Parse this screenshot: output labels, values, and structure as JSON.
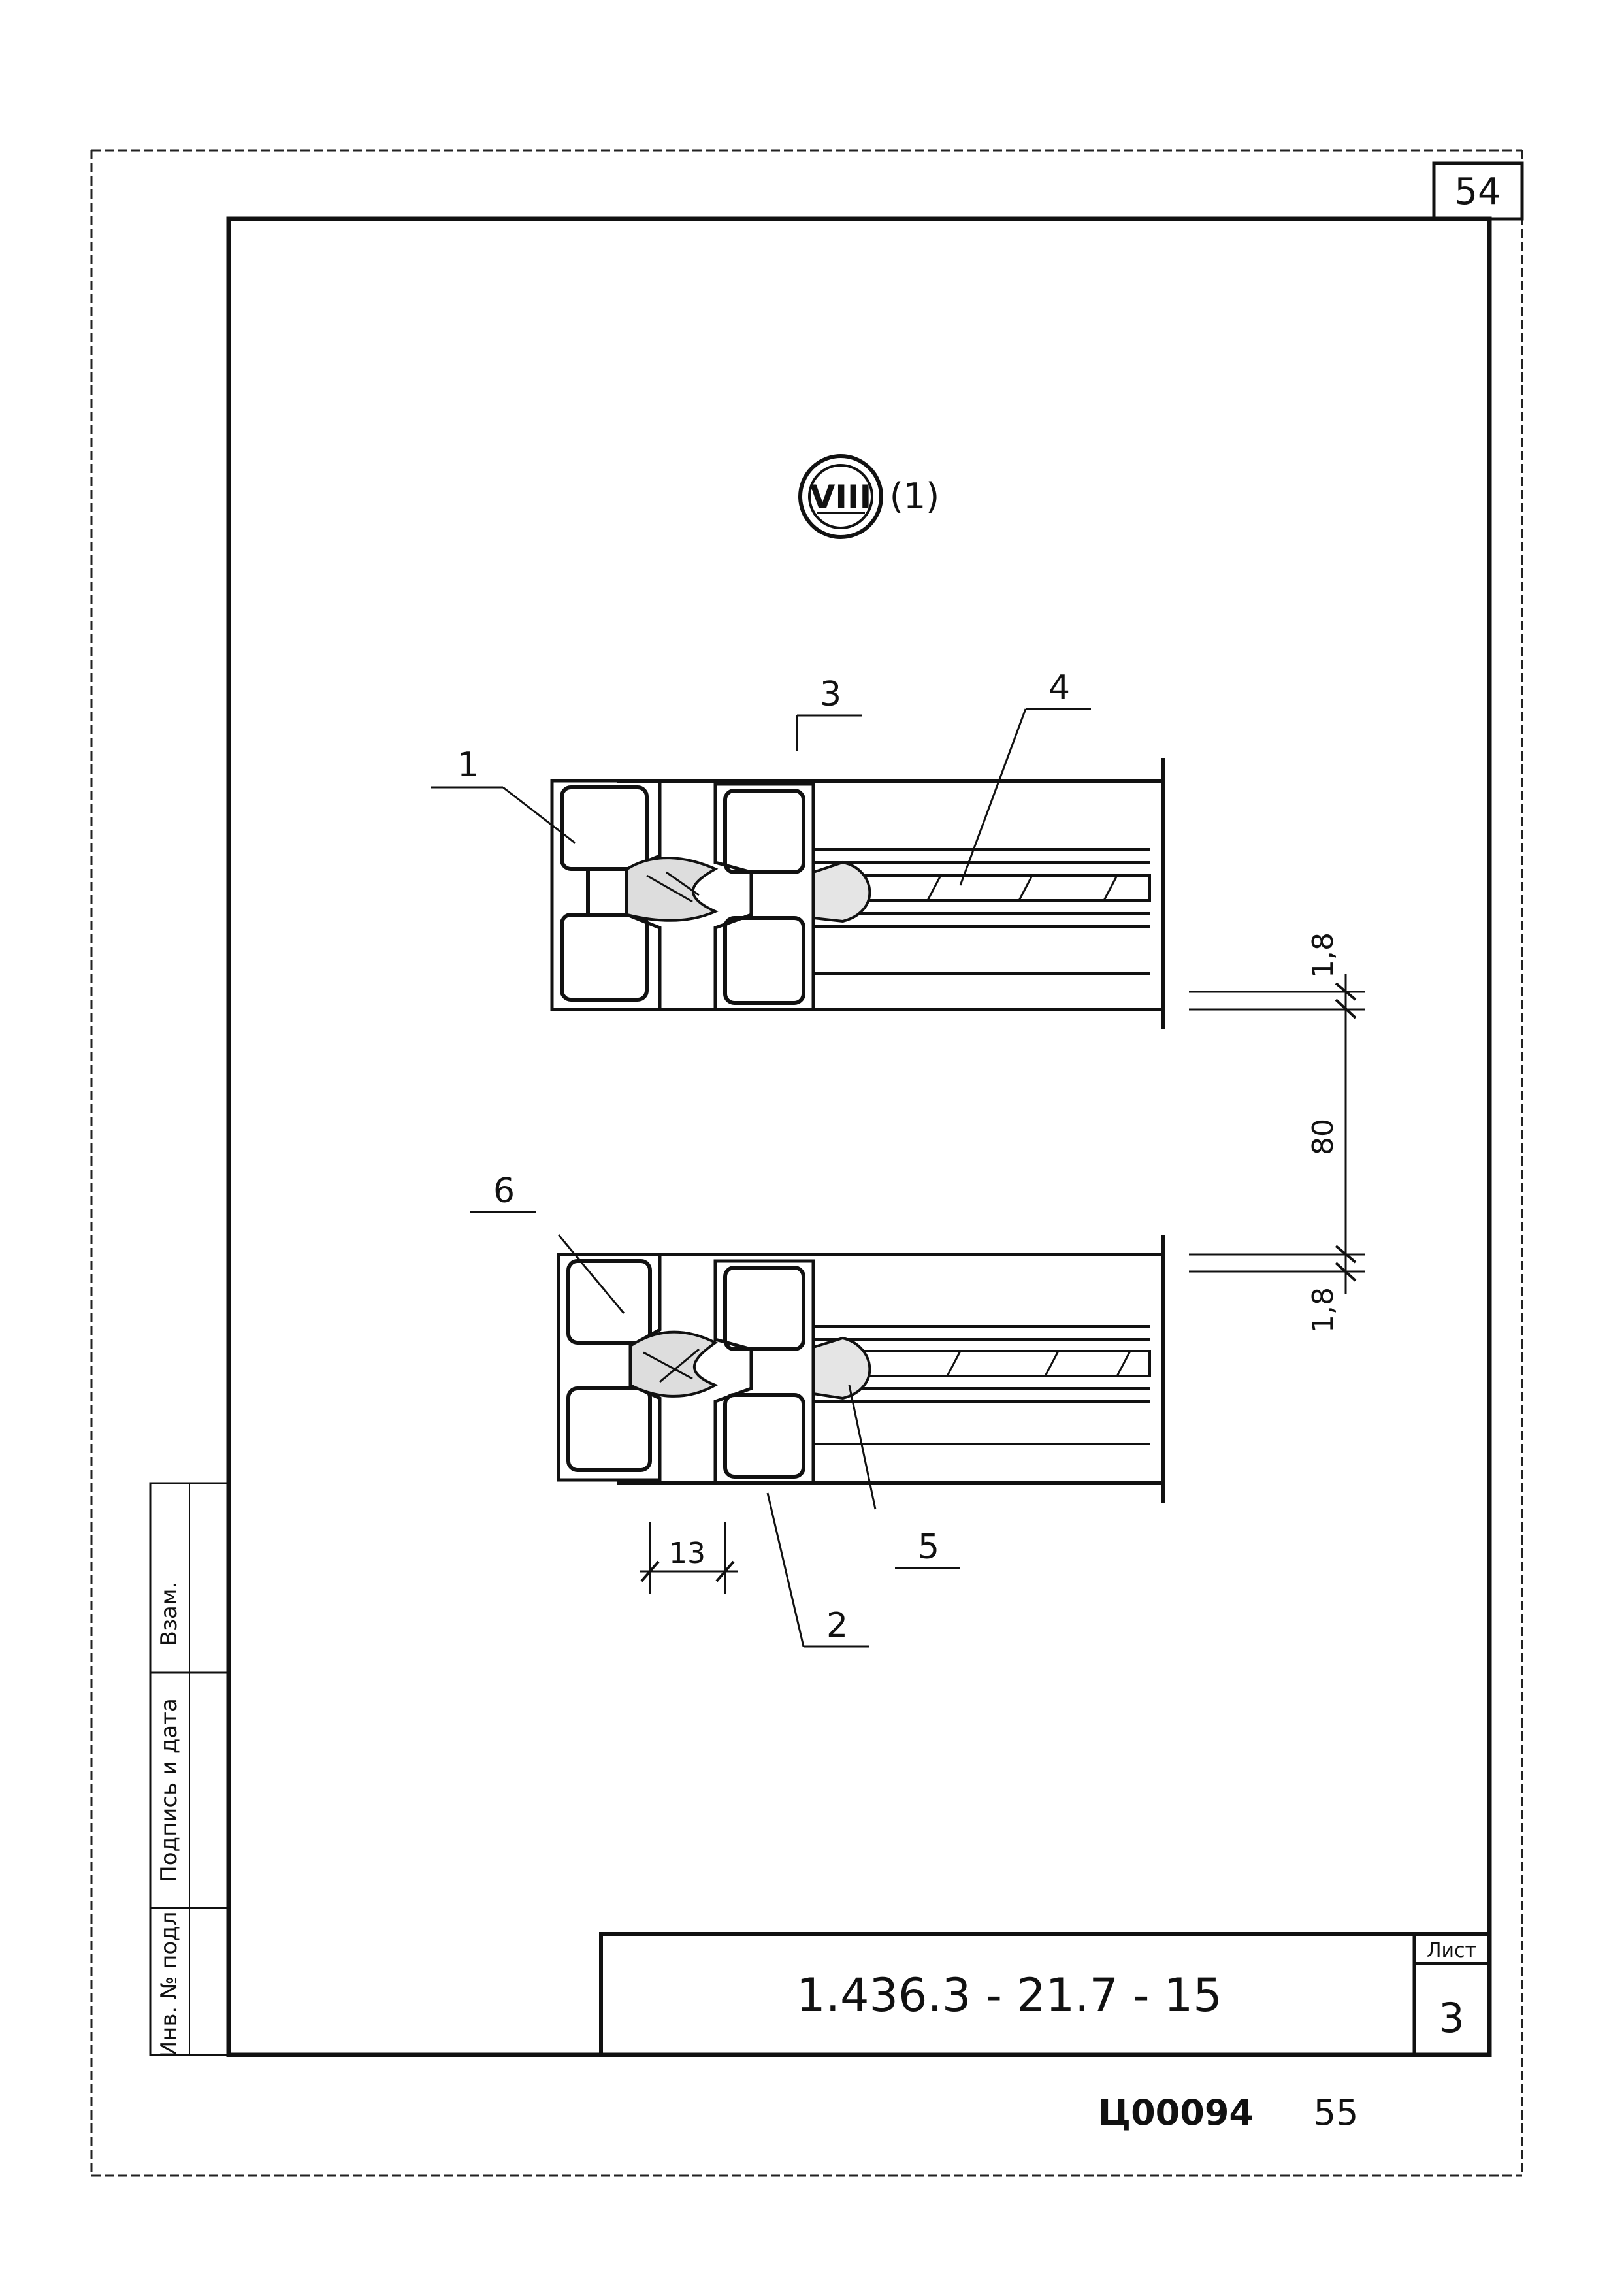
{
  "sheet_number_top": "54",
  "view_marker": {
    "roman": "VIII",
    "suffix": "(1)"
  },
  "callouts": {
    "c1": "1",
    "c2": "2",
    "c3": "3",
    "c4": "4",
    "c5": "5",
    "c6": "6"
  },
  "dimensions": {
    "d_top_gap": "1,8",
    "d_spacing": "80",
    "d_bottom_gap": "1,8",
    "d_width": "13"
  },
  "title_block": {
    "doc_code": "1.436.3 - 21.7 - 15",
    "sheet_label": "Лист",
    "sheet_value": "3"
  },
  "side_stamp": {
    "col1": "Инв. № подл.",
    "col2": "Подпись и дата",
    "col3": "Взам."
  },
  "footer": {
    "archive_code": "Ц00094",
    "page": "55"
  }
}
